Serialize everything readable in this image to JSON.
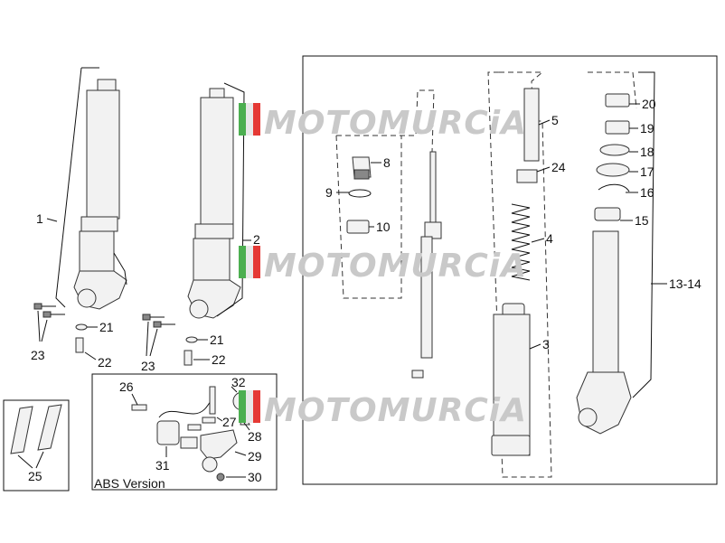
{
  "watermark": "MOTOMURCiA",
  "abs_caption": "ABS Version",
  "labels": {
    "l1": "1",
    "l2": "2",
    "l3": "3",
    "l4": "4",
    "l5": "5",
    "l8": "8",
    "l9": "9",
    "l10": "10",
    "l13_14": "13-14",
    "l15": "15",
    "l16": "16",
    "l17": "17",
    "l18": "18",
    "l19": "19",
    "l20": "20",
    "l21a": "21",
    "l21b": "21",
    "l22a": "22",
    "l22b": "22",
    "l23a": "23",
    "l23b": "23",
    "l24": "24",
    "l25": "25",
    "l26": "26",
    "l27": "27",
    "l28": "28",
    "l29": "29",
    "l30": "30",
    "l31": "31",
    "l32": "32"
  },
  "colors": {
    "watermark_text": "#c9c9c9",
    "flag_green": "#4caf50",
    "flag_white": "#ffffff",
    "flag_red": "#e53935"
  }
}
